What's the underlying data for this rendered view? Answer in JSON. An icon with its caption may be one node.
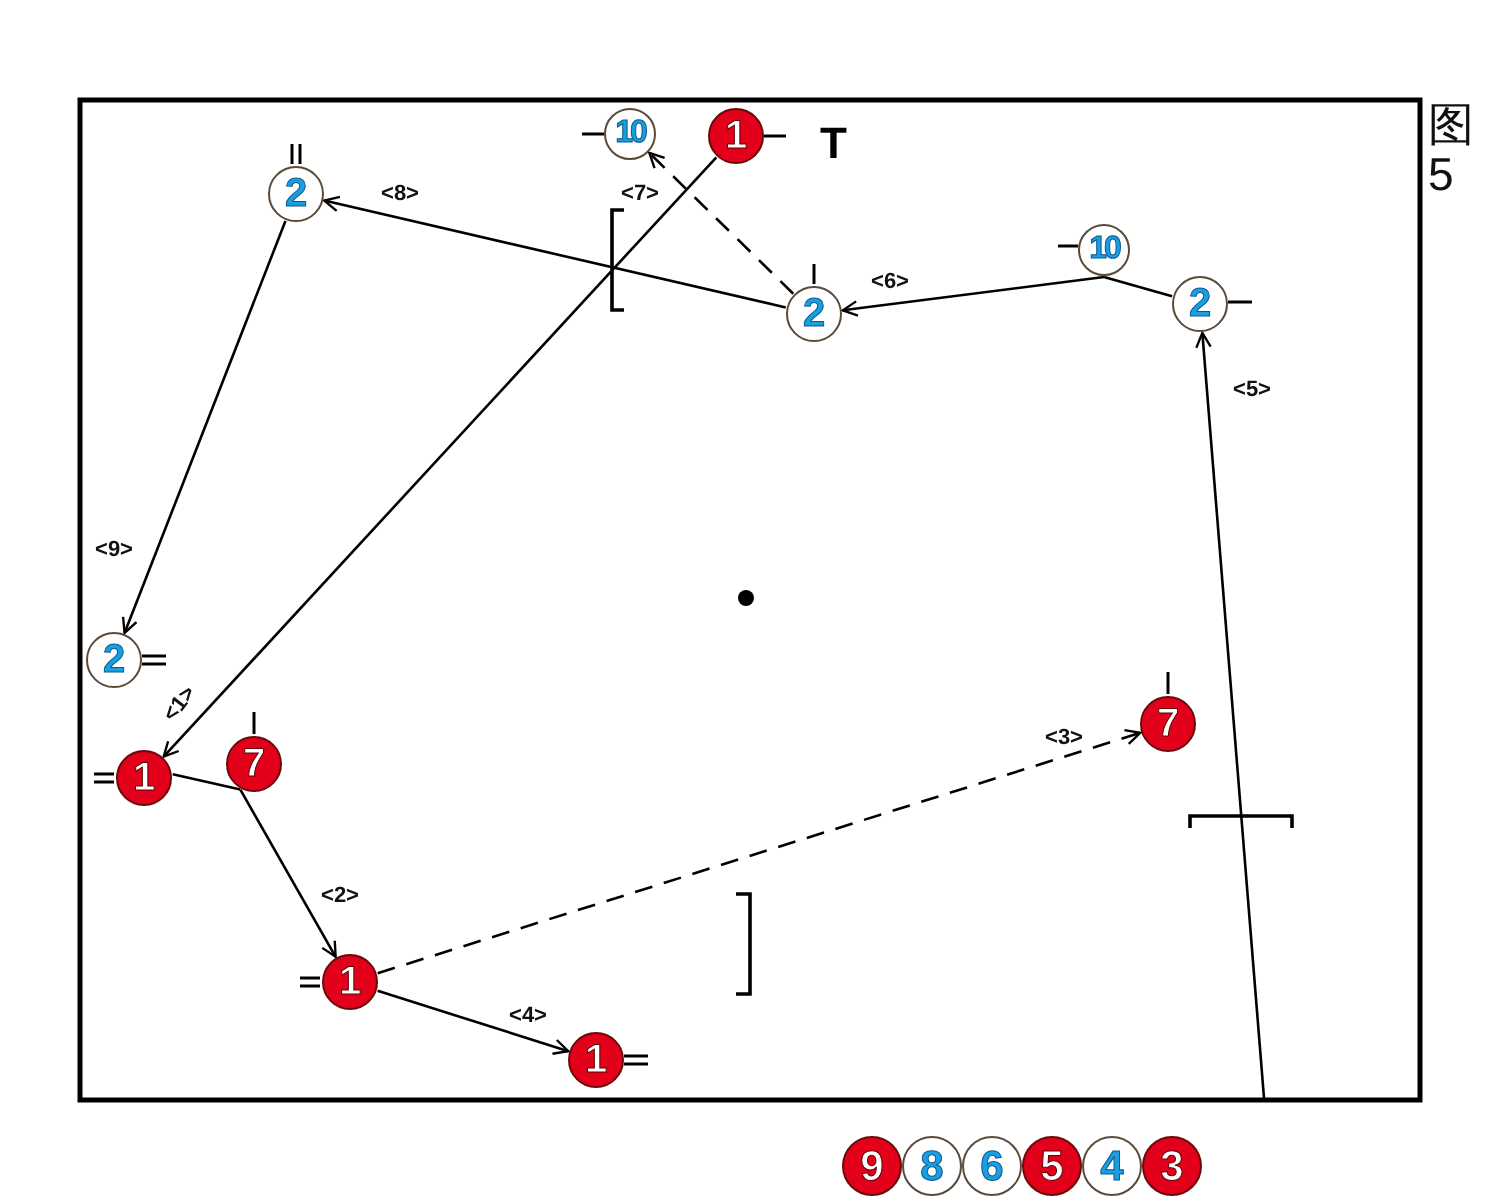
{
  "diagram": {
    "title": "图5",
    "nodes": [
      {
        "text": [
          "10"
        ]
      },
      {
        "text": [
          "1"
        ]
      },
      {
        "text": [
          "2"
        ]
      },
      {
        "text": [
          "10"
        ]
      },
      {
        "text": [
          "2"
        ]
      },
      {
        "text": [
          "2"
        ]
      },
      {
        "text": [
          "2"
        ]
      },
      {
        "text": [
          "7"
        ]
      },
      {
        "text": [
          "7"
        ]
      },
      {
        "text": [
          "1"
        ]
      },
      {
        "text": [
          "1"
        ]
      },
      {
        "text": [
          "1"
        ]
      },
      {
        "text": [
          "9"
        ]
      },
      {
        "text": [
          "8"
        ]
      },
      {
        "text": [
          "6"
        ]
      },
      {
        "text": [
          "5"
        ]
      },
      {
        "text": [
          "4"
        ]
      },
      {
        "text": [
          "3"
        ]
      }
    ],
    "edges": [
      {
        "from": 1,
        "to": 9,
        "arrow": "to",
        "label": "<1>"
      },
      {
        "from": 9,
        "to": 8,
        "arrow": "none"
      },
      {
        "from": 8,
        "to": 10,
        "arrow": "to",
        "label": "<2>"
      },
      {
        "from": 10,
        "to": 7,
        "arrow": "to",
        "label": "<3>",
        "style": "dashed"
      },
      {
        "from": 10,
        "to": 11,
        "arrow": "to",
        "label": "<4>"
      },
      {
        "from": null,
        "to": 4,
        "arrow": "to",
        "label": "<5>"
      },
      {
        "from": 3,
        "to": 4,
        "arrow": "none"
      },
      {
        "from": 3,
        "to": 5,
        "arrow": "to",
        "label": "<6>"
      },
      {
        "from": 5,
        "to": 0,
        "arrow": "to",
        "label": "<7>",
        "style": "dashed"
      },
      {
        "from": 5,
        "to": 2,
        "arrow": "to",
        "label": "<8>"
      },
      {
        "from": 2,
        "to": 6,
        "arrow": "to",
        "label": "<9>"
      }
    ],
    "labels": [
      "T"
    ]
  }
}
